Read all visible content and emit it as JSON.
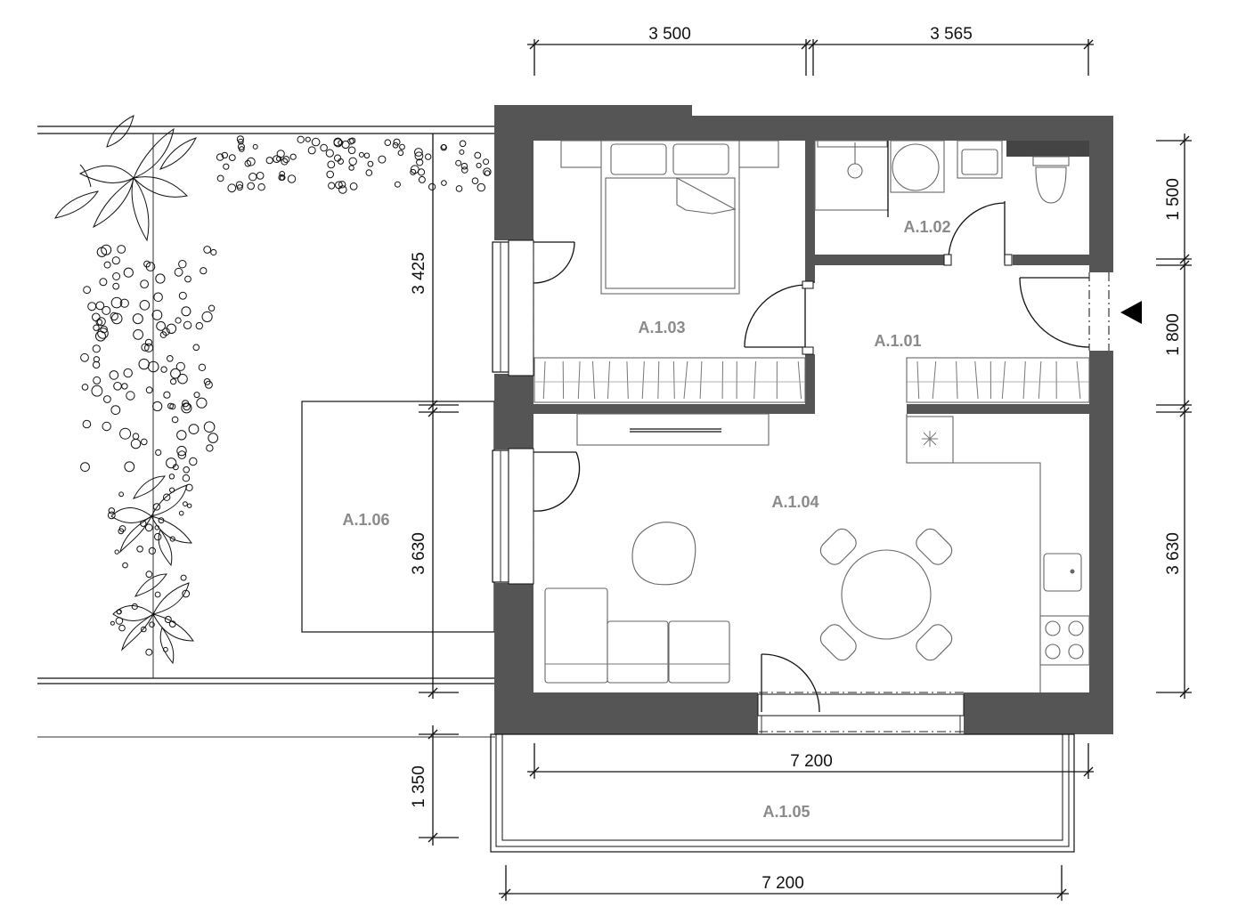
{
  "colors": {
    "wall": "#555555",
    "room_label": "#8a8a8a",
    "line": "#111111"
  },
  "rooms": {
    "entrance": "A.1.01",
    "bathroom": "A.1.02",
    "bedroom": "A.1.03",
    "living": "A.1.04",
    "balcony": "A.1.05",
    "terrace": "A.1.06"
  },
  "dimensions": {
    "top_left": "3 500",
    "top_right": "3 565",
    "right_bath": "1 500",
    "right_entrance": "1 800",
    "right_living": "3 630",
    "left_bedroom": "3 425",
    "left_living": "3 630",
    "left_balcony": "1 350",
    "interior_width": "7 200",
    "bottom_width": "7 200"
  },
  "icons": {
    "entrance_marker": "entrance-triangle-icon"
  }
}
